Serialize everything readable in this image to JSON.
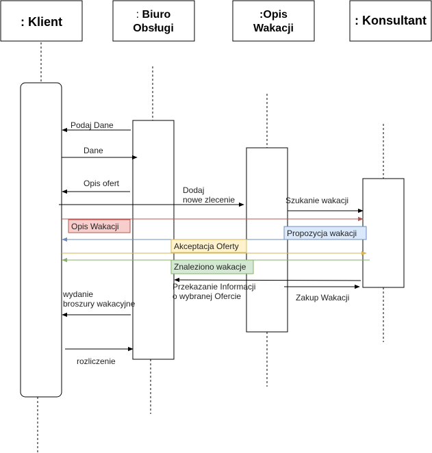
{
  "participants": {
    "klient": ": Klient",
    "biuro": {
      "prefix": ": ",
      "line1": "Biuro",
      "line2": "Obsługi"
    },
    "opis": {
      "line1": ":Opis",
      "line2": "Wakacji"
    },
    "konsultant": ": Konsultant"
  },
  "messages": {
    "podaj_dane": "Podaj Dane",
    "dane": "Dane",
    "opis_ofert": "Opis ofert",
    "dodaj_line1": "Dodaj",
    "dodaj_line2": "nowe zlecenie",
    "szukanie": "Szukanie wakacji",
    "opis_wakacji": "Opis Wakacji",
    "propozycja": "Propozycja wakacji",
    "akceptacja": "Akceptacja Oferty",
    "znaleziono": "Znaleziono wakacje",
    "przekazanie_line1": "Przekazanie Informacji",
    "przekazanie_line2": "o wybranej Ofercie",
    "zakup": "Zakup Wakacji",
    "wydanie_line1": "wydanie",
    "wydanie_line2": "broszury wakacyjne",
    "rozliczenie": "rozliczenie"
  },
  "colors": {
    "opis_wakacji": {
      "fill": "#f8cecc",
      "stroke": "#b85450"
    },
    "propozycja": {
      "fill": "#dae8fc",
      "stroke": "#6c8ebf"
    },
    "akceptacja": {
      "fill": "#fff2cc",
      "stroke": "#d6b656"
    },
    "znaleziono": {
      "fill": "#d5e8d4",
      "stroke": "#82b366"
    }
  }
}
